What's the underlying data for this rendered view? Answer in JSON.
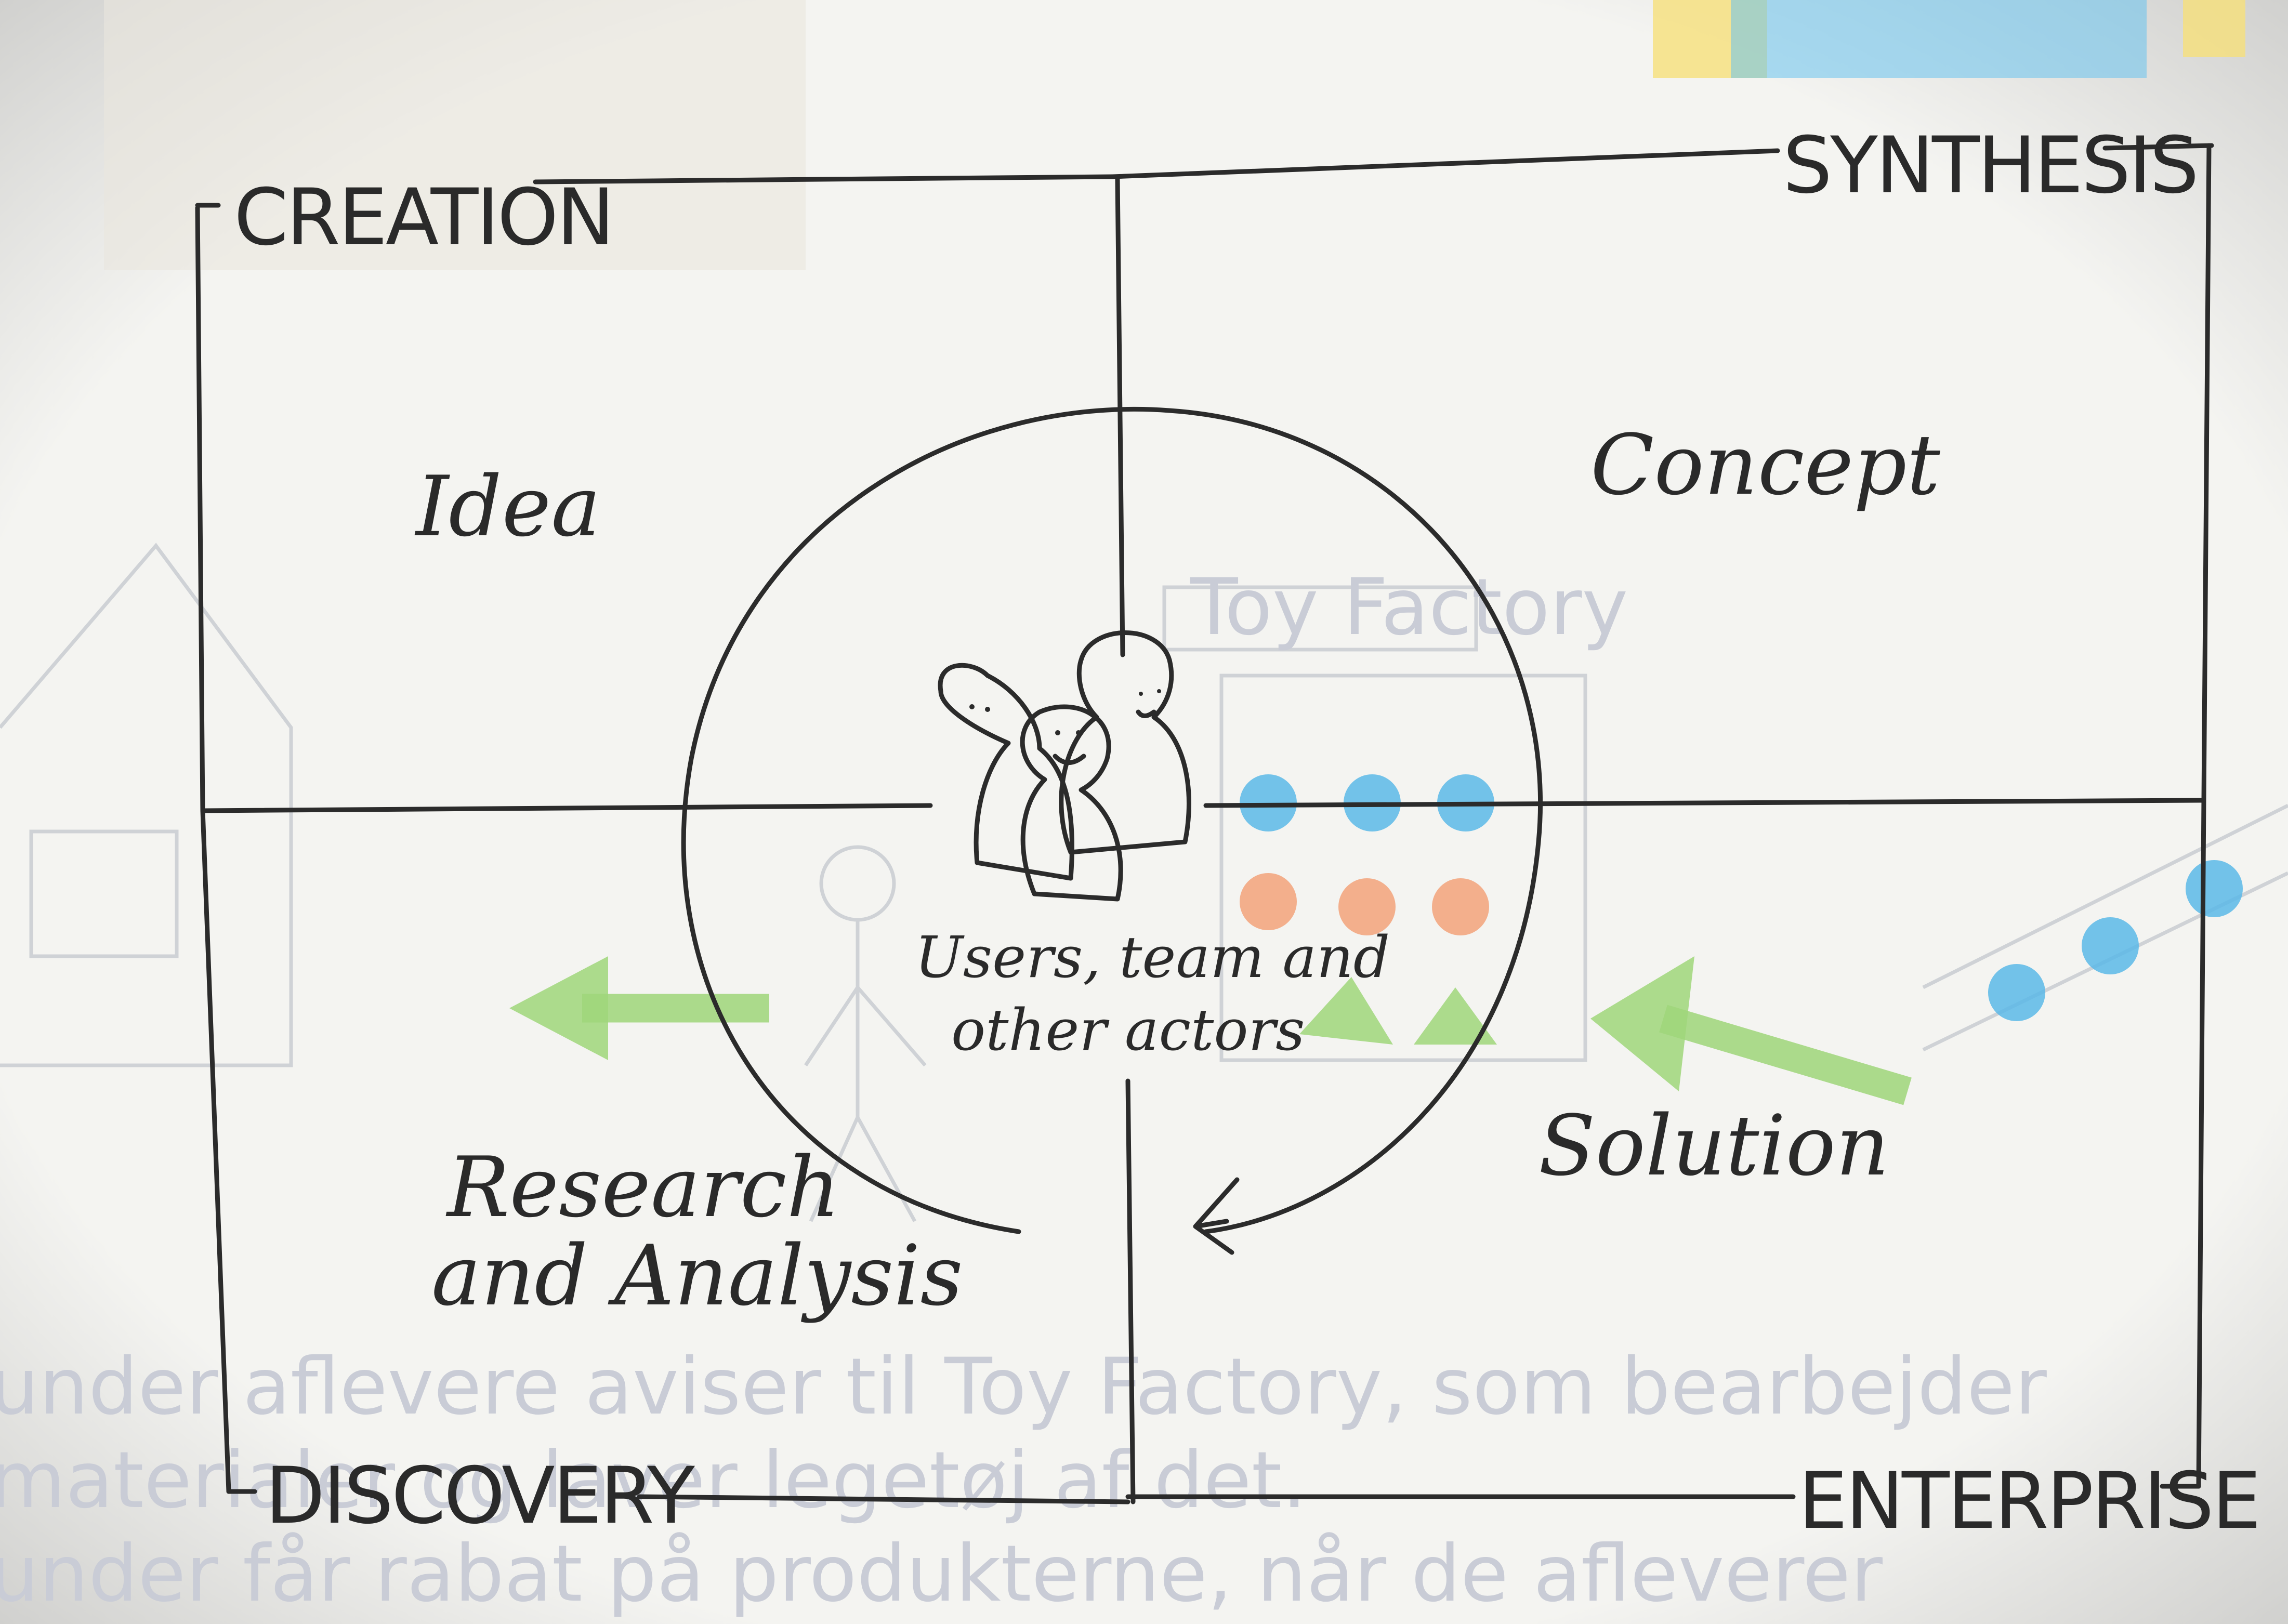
{
  "corners": {
    "top_left": "CREATION",
    "top_right": "SYNTHESIS",
    "bottom_left": "DISCOVERY",
    "bottom_right": "ENTERPRISE"
  },
  "quadrants": {
    "top_left": "Idea",
    "top_right": "Concept",
    "bottom_left_line1": "Research",
    "bottom_left_line2": "and Analysis",
    "bottom_right": "Solution"
  },
  "center": {
    "line1": "Users, team and",
    "line2": "other actors"
  },
  "background_text": {
    "sign": "Toy Factory",
    "line1": "under aflevere aviser til Toy Factory, som bearbejder",
    "line2": "materialer og laver legetøj af det.",
    "line3": "under får rabat på produkterne, når de afleverer"
  },
  "colors": {
    "ink": "#2b2b2b",
    "paper": "#f2f2ef",
    "blue_dots": "#5bb8e8",
    "orange_dots": "#f2a27a",
    "green_arrows": "#9fd67a",
    "yellow": "#f4e27a"
  }
}
